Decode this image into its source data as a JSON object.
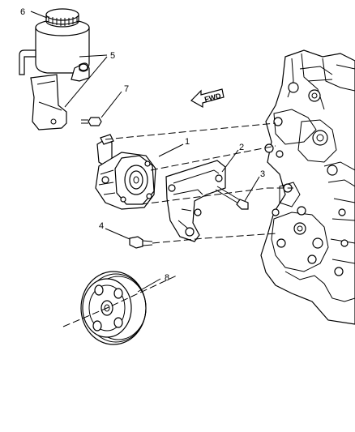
{
  "callouts": {
    "reservoir": "6",
    "reservoir_bracket": "5",
    "bracket_bolt": "7",
    "power_steering_pump": "1",
    "pump_bracket": "2",
    "long_bolt": "3",
    "short_bolt": "4",
    "pulley": "8"
  },
  "forward_arrow": {
    "label": "FWD"
  },
  "icons": [
    "forward-direction-arrow-icon"
  ]
}
